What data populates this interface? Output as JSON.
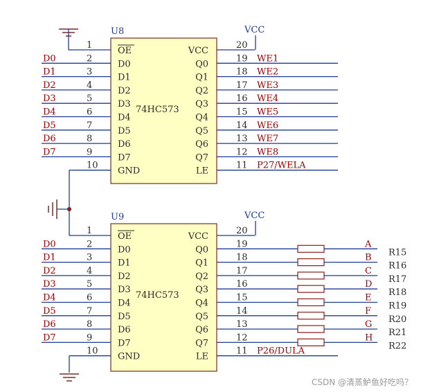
{
  "chips": [
    {
      "ref": "U8",
      "part": "74HC573",
      "vcc_net": "VCC",
      "left_pins": [
        {
          "num": "1",
          "name": "OE",
          "net": "",
          "overline": true
        },
        {
          "num": "2",
          "name": "D0",
          "net": "D0"
        },
        {
          "num": "3",
          "name": "D1",
          "net": "D1"
        },
        {
          "num": "4",
          "name": "D2",
          "net": "D2"
        },
        {
          "num": "5",
          "name": "D3",
          "net": "D3"
        },
        {
          "num": "6",
          "name": "D4",
          "net": "D4"
        },
        {
          "num": "7",
          "name": "D5",
          "net": "D5"
        },
        {
          "num": "8",
          "name": "D6",
          "net": "D6"
        },
        {
          "num": "9",
          "name": "D7",
          "net": "D7"
        },
        {
          "num": "10",
          "name": "GND",
          "net": ""
        }
      ],
      "right_pins": [
        {
          "num": "20",
          "name": "VCC",
          "net": ""
        },
        {
          "num": "19",
          "name": "Q0",
          "net": "WE1"
        },
        {
          "num": "18",
          "name": "Q1",
          "net": "WE2"
        },
        {
          "num": "17",
          "name": "Q2",
          "net": "WE3"
        },
        {
          "num": "16",
          "name": "Q3",
          "net": "WE4"
        },
        {
          "num": "15",
          "name": "Q4",
          "net": "WE5"
        },
        {
          "num": "14",
          "name": "Q5",
          "net": "WE6"
        },
        {
          "num": "13",
          "name": "Q6",
          "net": "WE7"
        },
        {
          "num": "12",
          "name": "Q7",
          "net": "WE8"
        },
        {
          "num": "11",
          "name": "LE",
          "net": "P27/WELA"
        }
      ]
    },
    {
      "ref": "U9",
      "part": "74HC573",
      "vcc_net": "VCC",
      "left_pins": [
        {
          "num": "1",
          "name": "OE",
          "net": "",
          "overline": true
        },
        {
          "num": "2",
          "name": "D0",
          "net": "D0"
        },
        {
          "num": "3",
          "name": "D1",
          "net": "D1"
        },
        {
          "num": "4",
          "name": "D2",
          "net": "D2"
        },
        {
          "num": "5",
          "name": "D3",
          "net": "D3"
        },
        {
          "num": "6",
          "name": "D4",
          "net": "D4"
        },
        {
          "num": "7",
          "name": "D5",
          "net": "D5"
        },
        {
          "num": "8",
          "name": "D6",
          "net": "D6"
        },
        {
          "num": "9",
          "name": "D7",
          "net": "D7"
        },
        {
          "num": "10",
          "name": "GND",
          "net": ""
        }
      ],
      "right_pins": [
        {
          "num": "20",
          "name": "VCC",
          "net": ""
        },
        {
          "num": "19",
          "name": "Q0",
          "net": ""
        },
        {
          "num": "18",
          "name": "Q1",
          "net": ""
        },
        {
          "num": "17",
          "name": "Q2",
          "net": ""
        },
        {
          "num": "16",
          "name": "Q3",
          "net": ""
        },
        {
          "num": "15",
          "name": "Q4",
          "net": ""
        },
        {
          "num": "14",
          "name": "Q5",
          "net": ""
        },
        {
          "num": "13",
          "name": "Q6",
          "net": ""
        },
        {
          "num": "12",
          "name": "Q7",
          "net": ""
        },
        {
          "num": "11",
          "name": "LE",
          "net": "P26/DULA"
        }
      ]
    }
  ],
  "resistors": {
    "refs": [
      "R15",
      "R16",
      "R17",
      "R18",
      "R19",
      "R20",
      "R21",
      "R22"
    ],
    "segments": [
      "A",
      "B",
      "C",
      "D",
      "E",
      "F",
      "G",
      "H"
    ]
  },
  "watermark": "CSDN @清蒸鲈鱼好吃吗？",
  "colors": {
    "wire": "#1f3a93",
    "chip_fill": "#ffffc4",
    "chip_border": "#7a2a2a",
    "net_label": "#a00000"
  }
}
